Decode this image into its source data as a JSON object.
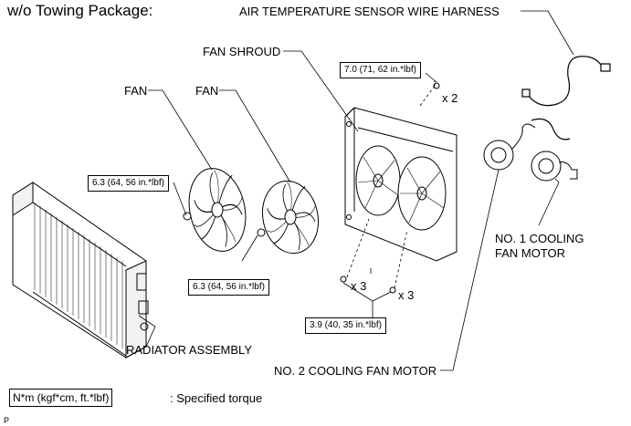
{
  "header": {
    "title": "w/o Towing Package:"
  },
  "labels": {
    "air_temp_harness": "AIR TEMPERATURE SENSOR WIRE HARNESS",
    "fan_shroud": "FAN SHROUD",
    "fan_left": "FAN",
    "fan_right": "FAN",
    "radiator_assembly": "RADIATOR ASSEMBLY",
    "no1_motor_line1": "NO. 1 COOLING",
    "no1_motor_line2": "FAN MOTOR",
    "no2_motor": "NO. 2 COOLING FAN MOTOR"
  },
  "torques": {
    "shroud_bolts": "7.0 (71, 62 in.*lbf)",
    "fan_left_nut": "6.3 (64, 56 in.*lbf)",
    "fan_right_nut": "6.3 (64, 56 in.*lbf)",
    "motor_bolts": "3.9 (40, 35 in.*lbf)"
  },
  "quantities": {
    "shroud_bolts": "x 2",
    "motor_bolts_left": "x 3",
    "motor_bolts_right": "x 3"
  },
  "legend": {
    "units": "N*m (kgf*cm, ft.*lbf)",
    "text": ": Specified torque"
  },
  "footer": {
    "code": "P"
  }
}
